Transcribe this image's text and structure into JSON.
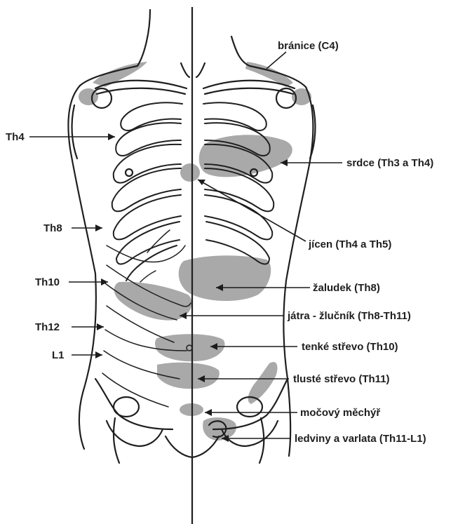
{
  "labels": {
    "diaphragm": "bránice (C4)",
    "th4": "Th4",
    "heart": "srdce (Th3 a Th4)",
    "th8": "Th8",
    "esophagus": "jícen (Th4 a Th5)",
    "th10": "Th10",
    "stomach": "žaludek (Th8)",
    "liver": "játra - žlučník (Th8-Th11)",
    "th12": "Th12",
    "small_intestine": "tenké střevo (Th10)",
    "l1": "L1",
    "large_intestine": "tlusté střevo (Th11)",
    "bladder": "močový měchýř",
    "kidneys": "ledviny a varlata (Th11-L1)"
  },
  "colors": {
    "zone": "#a9a9a9",
    "line": "#1f1f1f",
    "text": "#1e1e1e",
    "background": "#ffffff"
  }
}
